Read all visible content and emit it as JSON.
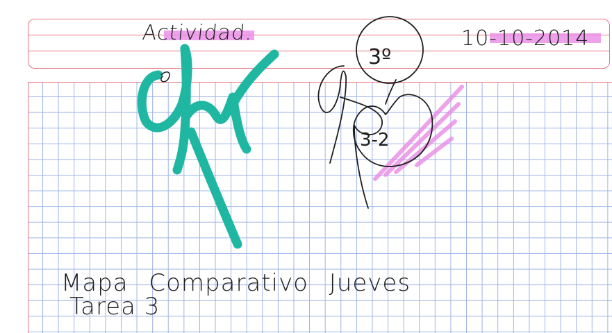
{
  "notebook": {
    "title": "Actividad.",
    "date": "10-10-2014",
    "line1": "Mapa Comparativo Jueves",
    "line2": "Tarea 3"
  },
  "marks": {
    "upper_circle": "3º",
    "lower_circle": "3-2"
  },
  "colors": {
    "grid": "#9db3e6",
    "margin_lines": "#e8757c",
    "highlighter": "#e98be6",
    "signature_marker": "#1fb7a2",
    "ink": "#1e1e1e"
  }
}
